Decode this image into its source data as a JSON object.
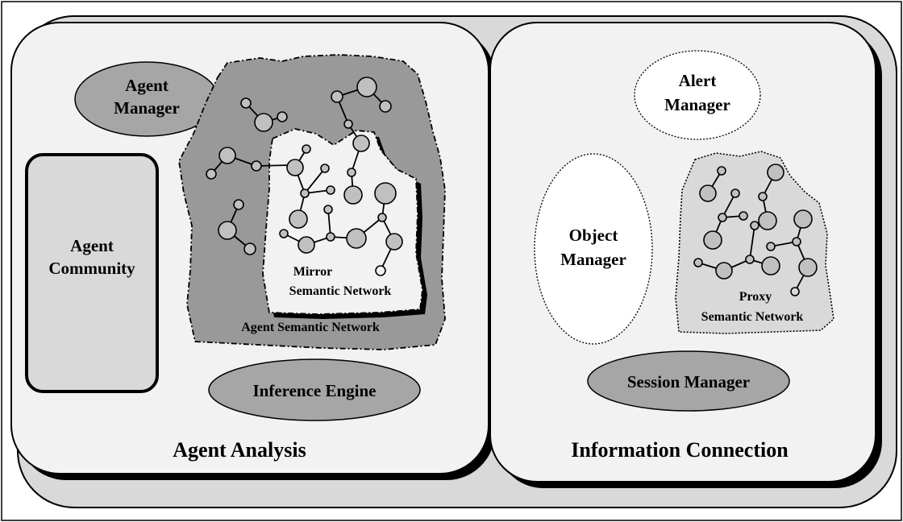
{
  "diagram": {
    "colors": {
      "outer_frame": "#d9d9d9",
      "panel": "#f2f2f2",
      "agent_network": "#999999",
      "node": "#c0c0c0",
      "mirror_network": "#f2f2f2",
      "proxy_network": "#d9d9d9",
      "ellipse_fill": "#a6a6a6",
      "white_ellipse": "#ffffff",
      "community_box": "#d9d9d9"
    },
    "left_panel": {
      "title": "Agent Analysis",
      "agent_manager": [
        "Agent",
        "Manager"
      ],
      "agent_community": [
        "Agent",
        "Community"
      ],
      "inference_engine": "Inference Engine",
      "agent_semantic_network": "Agent Semantic Network",
      "mirror_semantic_network": [
        "Mirror",
        "Semantic Network"
      ]
    },
    "right_panel": {
      "title": "Information Connection",
      "alert_manager": [
        "Alert",
        "Manager"
      ],
      "object_manager": [
        "Object",
        "Manager"
      ],
      "session_manager": "Session Manager",
      "proxy_semantic_network": [
        "Proxy",
        "Semantic Network"
      ]
    }
  }
}
